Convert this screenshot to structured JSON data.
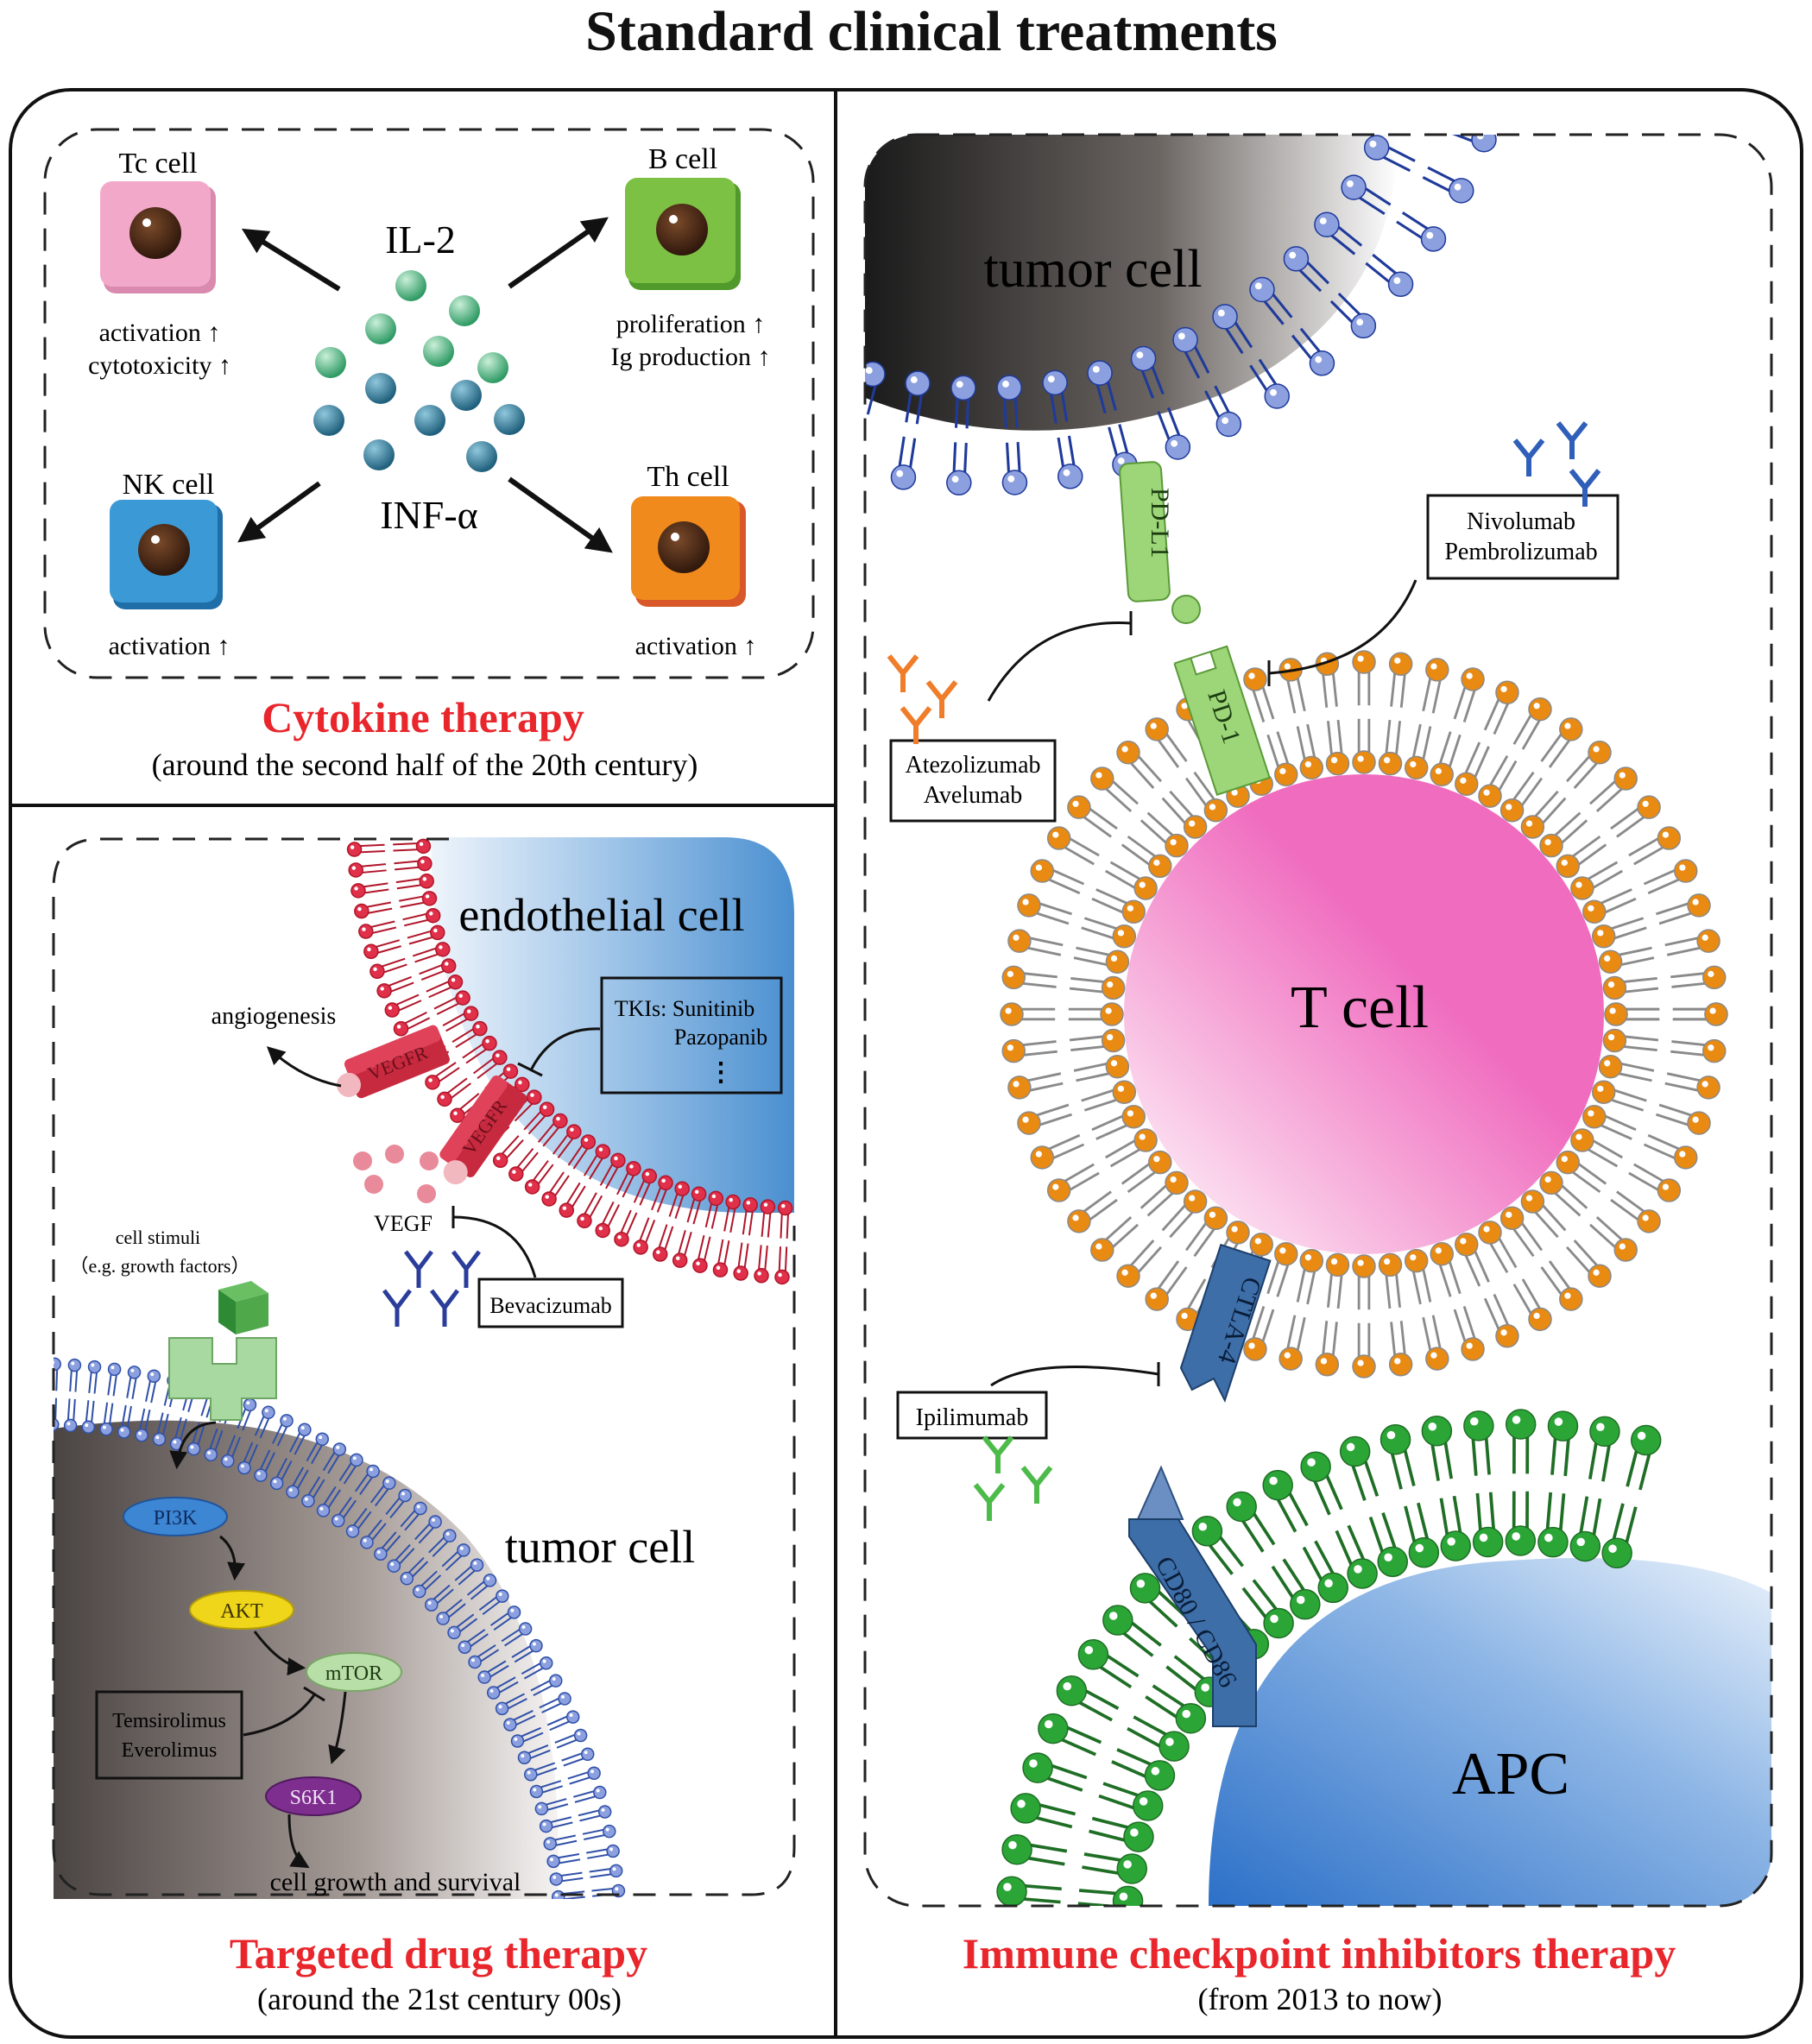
{
  "title": "Standard clinical treatments",
  "cytokine": {
    "tc_cell": "Tc cell",
    "tc_effect_1": "activation ↑",
    "tc_effect_2": "cytotoxicity ↑",
    "b_cell": "B cell",
    "b_effect_1": "proliferation ↑",
    "b_effect_2": "Ig production ↑",
    "nk_cell": "NK cell",
    "nk_effect": "activation ↑",
    "th_cell": "Th cell",
    "th_effect": "activation ↑",
    "il2": "IL-2",
    "infa": "INF-α",
    "heading": "Cytokine therapy",
    "era": "(around the second half of the 20th century)"
  },
  "targeted": {
    "endothelial_cell": "endothelial cell",
    "angiogenesis": "angiogenesis",
    "vegfr_1": "VEGFR",
    "vegfr_2": "VEGFR",
    "tkis_line1": "TKIs: Sunitinib",
    "tkis_line2": "Pazopanib",
    "tkis_dots": "⋮",
    "vegf": "VEGF",
    "bevacizumab": "Bevacizumab",
    "cell_stimuli_1": "cell stimuli",
    "cell_stimuli_2": "（e.g. growth factors）",
    "pi3k": "PI3K",
    "akt": "AKT",
    "mtor": "mTOR",
    "s6k1": "S6K1",
    "tumor_cell": "tumor cell",
    "temsirolimus": "Temsirolimus",
    "everolimus": "Everolimus",
    "growth": "cell growth and survival",
    "heading": "Targeted drug therapy",
    "era": "(around the 21st century 00s)"
  },
  "checkpoint": {
    "tumor_cell": "tumor cell",
    "pd_l1": "PD-L1",
    "nivolumab": "Nivolumab",
    "pembrolizumab": "Pembrolizumab",
    "atezolizumab": "Atezolizumab",
    "avelumab": "Avelumab",
    "pd_1": "PD-1",
    "t_cell": "T  cell",
    "ctla4": "CTLA-4",
    "ipilimumab": "Ipilimumab",
    "cd80_cd86": "CD80 / CD86",
    "apc": "APC",
    "heading": "Immune checkpoint inhibitors therapy",
    "era": "(from 2013 to now)"
  },
  "colors": {
    "heading_red": "#e8262c",
    "tc_pink": "#f2a9c9",
    "b_green": "#7cc144",
    "nk_blue": "#3b9ad6",
    "th_orange": "#f08a1c",
    "t_cell_magenta": "#f06cbf",
    "lipid_blue": "#8ca0df",
    "lipid_orange": "#e98a12",
    "lipid_green": "#2ba636",
    "lipid_red": "#e0304a"
  }
}
